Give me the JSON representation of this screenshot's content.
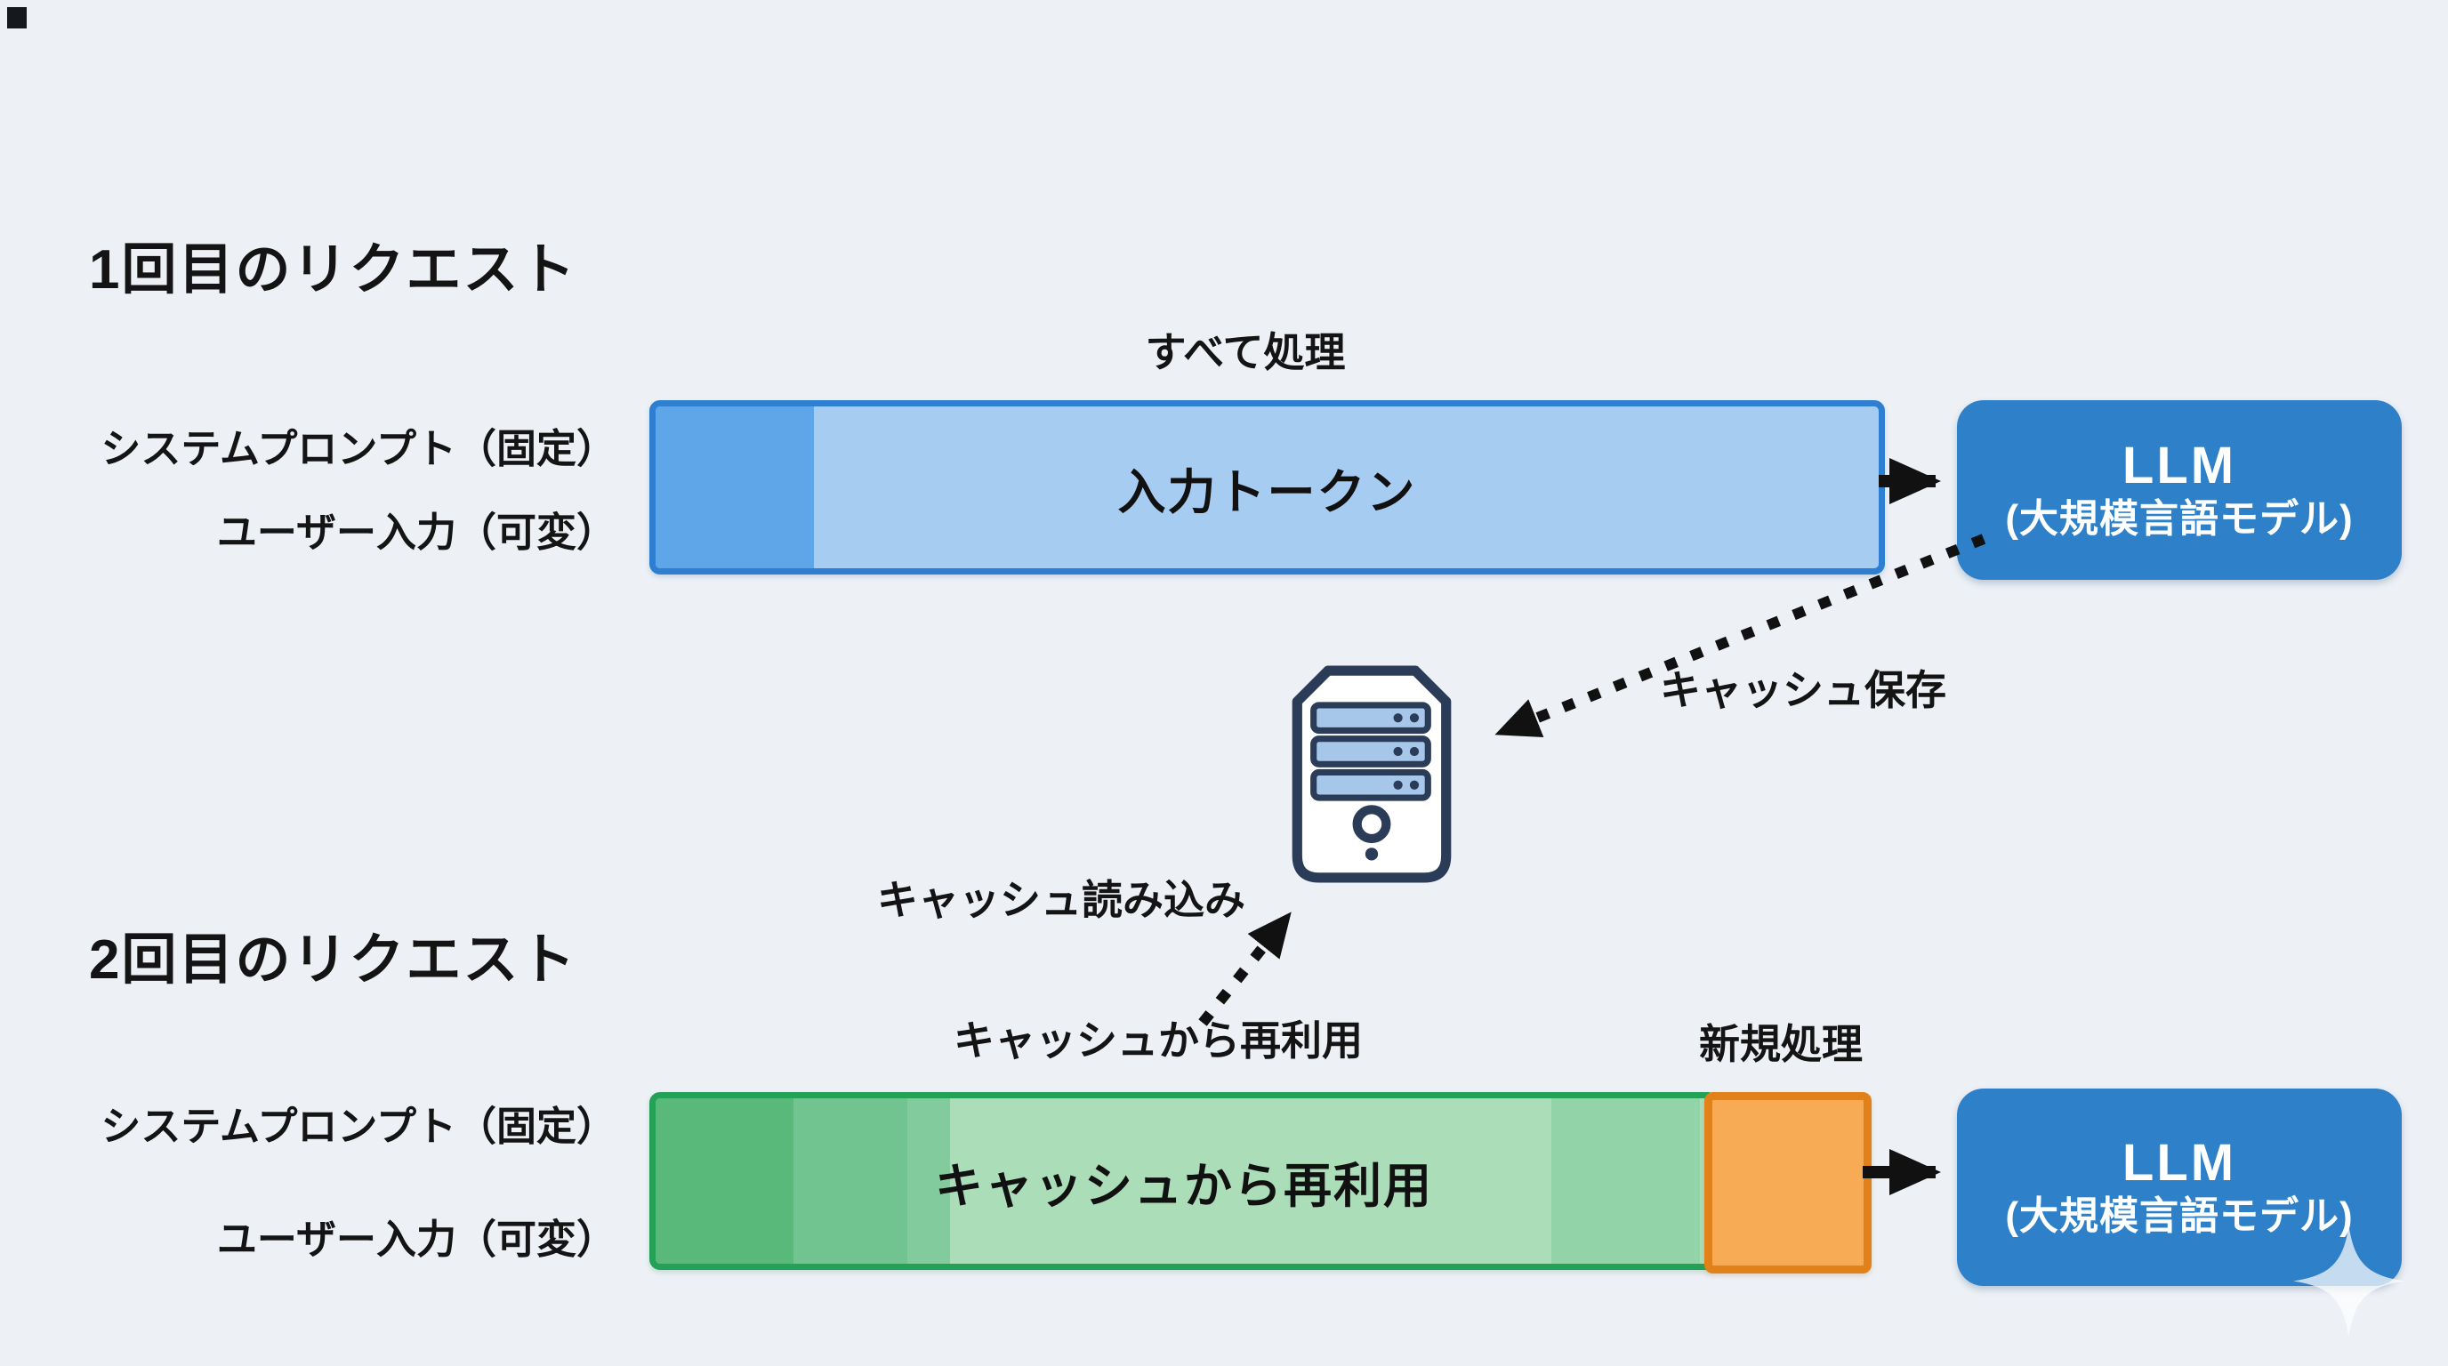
{
  "section1": {
    "title": "1回目のリクエスト",
    "label_system": "システムプロンプト（固定）",
    "label_user": "ユーザー入力（可変）",
    "process_annotation": "すべて処理",
    "bar_label": "入力トークン",
    "llm_title": "LLM",
    "llm_subtitle": "(大規模言語モデル)"
  },
  "cache": {
    "save_label": "キャッシュ保存",
    "load_label": "キャッシュ読み込み",
    "server_icon": "cache-server-icon"
  },
  "section2": {
    "title": "2回目のリクエスト",
    "label_system": "システムプロンプト（固定）",
    "label_user": "ユーザー入力（可変）",
    "reuse_annotation": "キャッシュから再利用",
    "new_annotation": "新規処理",
    "bar_label": "キャッシュから再利用",
    "llm_title": "LLM",
    "llm_subtitle": "(大規模言語モデル)"
  },
  "colors": {
    "background": "#edf1f6",
    "blue_bar_border": "#2e7fd1",
    "blue_bar_left_segment": "#5ea6e8",
    "blue_bar_main": "#a7ccf2",
    "llm_box": "#2e80c9",
    "llm_text": "#ffffff",
    "green_bar_border": "#23a257",
    "green_segments": [
      "#58b97b",
      "#71c38f",
      "#82cb9c",
      "#aaddb8",
      "#92d3a7"
    ],
    "orange_border": "#e08119",
    "orange_fill": "#f8ab55",
    "server_outline": "#2b3c59",
    "server_bar_fill": "#a6c7ea",
    "arrow": "#111111",
    "text": "#141414"
  }
}
